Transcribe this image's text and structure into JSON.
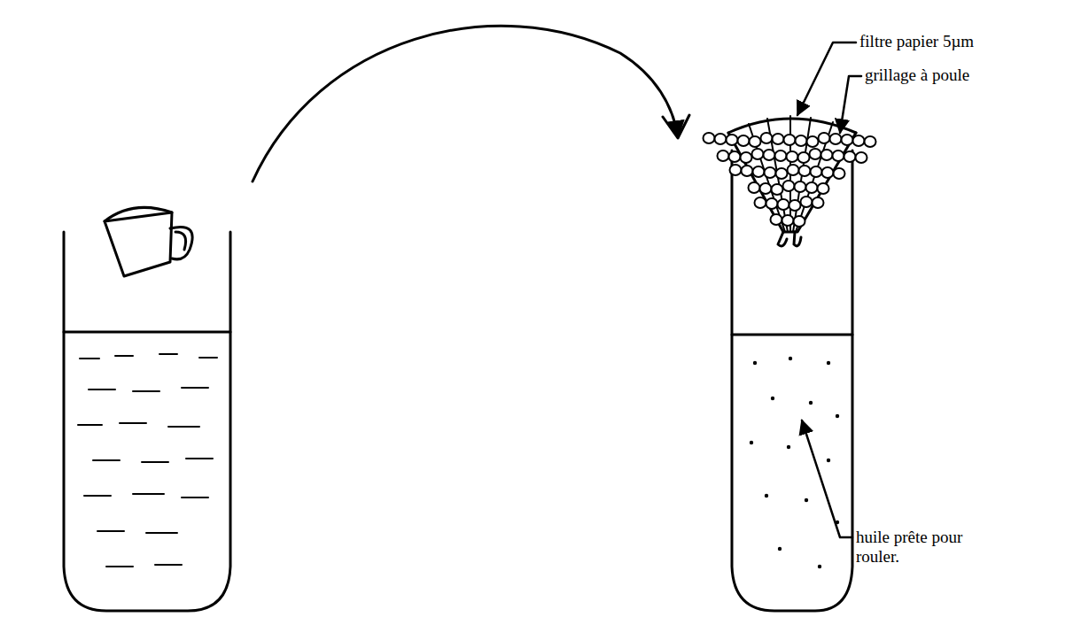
{
  "diagram": {
    "labels": [
      "filtre papier 5µm",
      "grillage à poule",
      "huile prête pour rouler."
    ]
  }
}
